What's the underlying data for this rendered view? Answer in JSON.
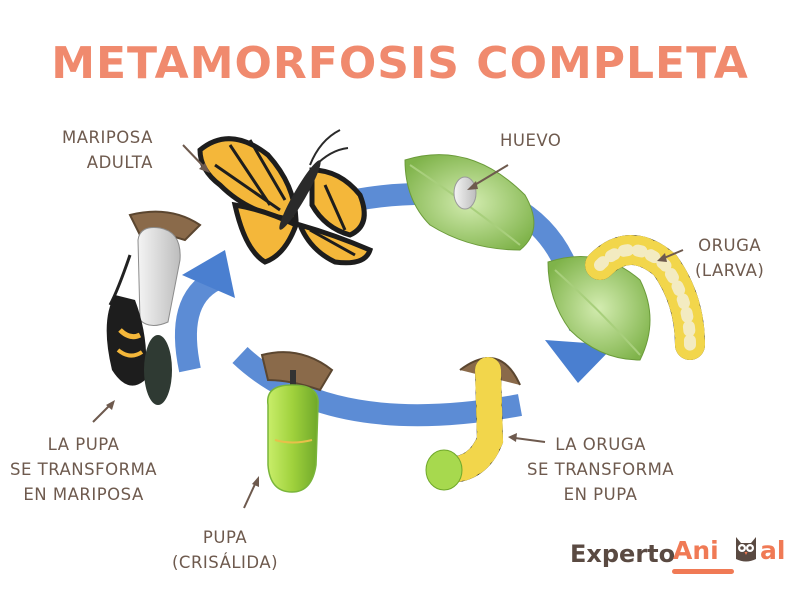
{
  "title": "METAMORFOSIS COMPLETA",
  "stages": {
    "huevo": [
      "HUEVO"
    ],
    "oruga": [
      "ORUGA",
      "(LARVA)"
    ],
    "oruga_transforma": [
      "LA ORUGA",
      "SE TRANSFORMA",
      "EN PUPA"
    ],
    "pupa": [
      "PUPA",
      "(CRISÁLIDA)"
    ],
    "pupa_transforma": [
      "LA PUPA",
      "SE TRANSFORMA",
      "EN MARIPOSA"
    ],
    "mariposa": [
      "MARIPOSA",
      "ADULTA"
    ]
  },
  "logo": {
    "part1": "Experto",
    "part2": "Ani",
    "part3": "al"
  },
  "colors": {
    "title": "#f08a6e",
    "label": "#6e5a4e",
    "cycle_arrow": "#4a7fd0",
    "logo_dark": "#5a4a42",
    "logo_accent": "#f07a55",
    "leaf": "#7fb34a",
    "caterpillar_yellow": "#f2d64b",
    "pupa_green": "#a7d94e",
    "wing_orange": "#f4b73a"
  }
}
